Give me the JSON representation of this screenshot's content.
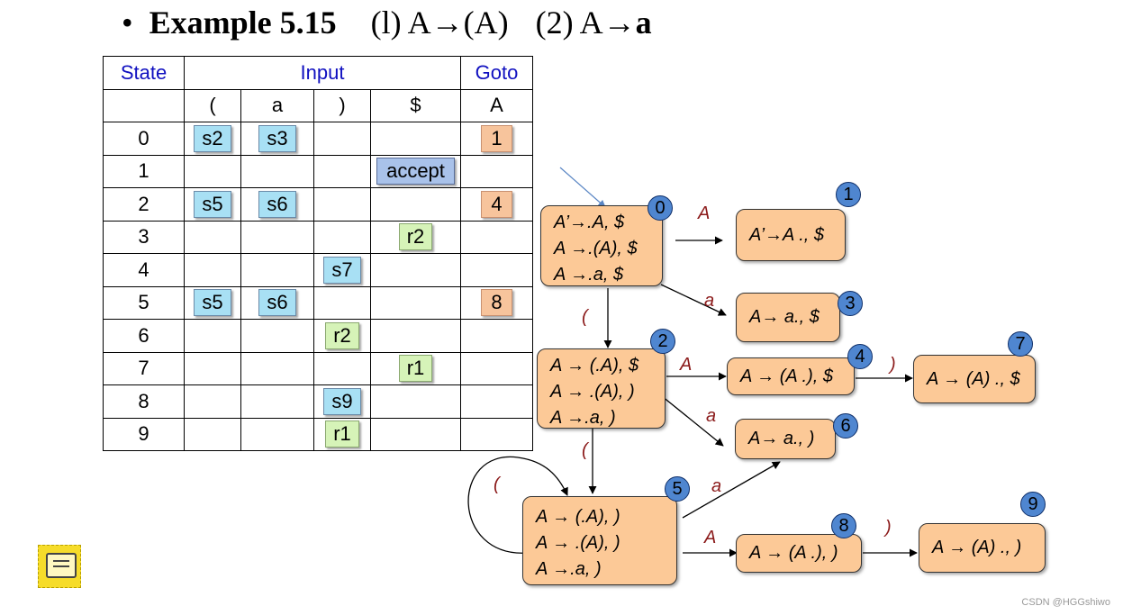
{
  "title": {
    "bullet": "•",
    "example": "Example 5.15",
    "rule1": "(l) A→(A)",
    "rule2_prefix": "(2) A→",
    "rule2_terminal": "a"
  },
  "table": {
    "header": {
      "state": "State",
      "input": "Input",
      "goto": "Goto"
    },
    "symbols": [
      "(",
      "a",
      ")",
      "$",
      "A"
    ],
    "rows": [
      {
        "state": "0",
        "lp": "s2",
        "a": "s3",
        "rp": "",
        "end": "",
        "A": "1"
      },
      {
        "state": "1",
        "lp": "",
        "a": "",
        "rp": "",
        "end": "accept",
        "A": ""
      },
      {
        "state": "2",
        "lp": "s5",
        "a": "s6",
        "rp": "",
        "end": "",
        "A": "4"
      },
      {
        "state": "3",
        "lp": "",
        "a": "",
        "rp": "",
        "end": "r2",
        "A": ""
      },
      {
        "state": "4",
        "lp": "",
        "a": "",
        "rp": "s7",
        "end": "",
        "A": ""
      },
      {
        "state": "5",
        "lp": "s5",
        "a": "s6",
        "rp": "",
        "end": "",
        "A": "8"
      },
      {
        "state": "6",
        "lp": "",
        "a": "",
        "rp": "r2",
        "end": "",
        "A": ""
      },
      {
        "state": "7",
        "lp": "",
        "a": "",
        "rp": "",
        "end": "r1",
        "A": ""
      },
      {
        "state": "8",
        "lp": "",
        "a": "",
        "rp": "s9",
        "end": "",
        "A": ""
      },
      {
        "state": "9",
        "lp": "",
        "a": "",
        "rp": "r1",
        "end": "",
        "A": ""
      }
    ]
  },
  "states": {
    "s0": {
      "id": "0",
      "items": [
        "A’→.A,  $",
        "A →.(A), $",
        "A →.a, $"
      ]
    },
    "s1": {
      "id": "1",
      "items": [
        "A’→A .,  $"
      ]
    },
    "s2": {
      "id": "2",
      "items": [
        "A → (.A), $",
        "A → .(A), )",
        "A →.a, )"
      ]
    },
    "s3": {
      "id": "3",
      "items": [
        "A→ a.,  $"
      ]
    },
    "s4": {
      "id": "4",
      "items": [
        "A → (A .), $"
      ]
    },
    "s5": {
      "id": "5",
      "items": [
        "A → (.A), )",
        "A → .(A), )",
        "A →.a, )"
      ]
    },
    "s6": {
      "id": "6",
      "items": [
        "A→ a.,  )"
      ]
    },
    "s7": {
      "id": "7",
      "items": [
        "A → (A) ., $"
      ]
    },
    "s8": {
      "id": "8",
      "items": [
        "A → (A .), )"
      ]
    },
    "s9": {
      "id": "9",
      "items": [
        "A → (A) ., )"
      ]
    }
  },
  "transitions": {
    "t0_1": "A",
    "t0_3": "a",
    "t0_2": "(",
    "t2_4": "A",
    "t2_6": "a",
    "t2_5": "(",
    "t4_7": ")",
    "t5_6": "a",
    "t5_5": "(",
    "t5_8": "A",
    "t8_9": ")"
  },
  "watermark": "CSDN @HGGshiwo",
  "colors": {
    "shift": "#a8e0f4",
    "reduce": "#d6f3b8",
    "accept": "#a9c2ea",
    "goto": "#f7c49c",
    "state": "#fcc997",
    "state_number": "#4f86d0",
    "edge_label": "#8b1a1a"
  }
}
